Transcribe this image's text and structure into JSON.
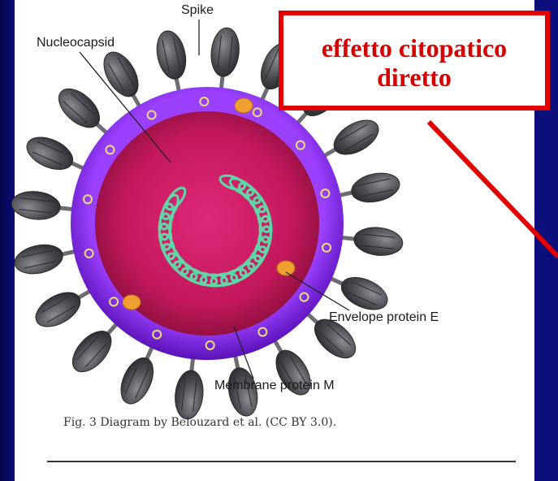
{
  "labels": {
    "spike": "Spike",
    "nucleocapsid": "Nucleocapsid",
    "envelope": "Envelope protein E",
    "membrane": "Membrane protein M"
  },
  "caption": "Fig. 3 Diagram by Belouzard et al. (CC BY 3.0).",
  "callout": {
    "text": "effetto citopatico diretto",
    "color": "#d40000",
    "border_color": "#e30000"
  },
  "colors": {
    "slide_background": "#0a0d7a",
    "envelope": "#7a1ee0",
    "core": "#c2185b",
    "spike_head": "#4a4c52",
    "nucleocapsid_helix": "#5fd6a6",
    "envelope_protein": "#f0a030",
    "membrane_protein": "#e8e070"
  }
}
